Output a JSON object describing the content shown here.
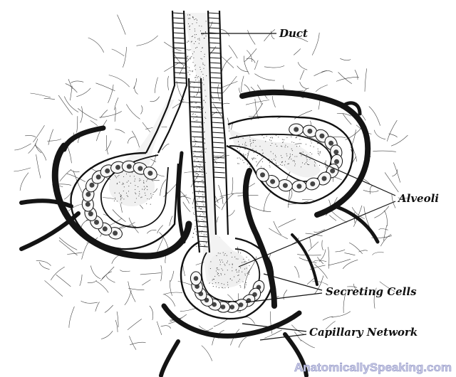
{
  "figure": {
    "labels": {
      "duct": "Duct",
      "alveoli": "Alveoli",
      "secreting_cells": "Secreting Cells",
      "capillary_network": "Capillary Network"
    },
    "watermark": "AnatomicallySpeaking.com",
    "colors": {
      "ink": "#111111",
      "paper": "#ffffff",
      "lumen": "#f4f4f4",
      "watermark": "#8f93c4"
    }
  }
}
